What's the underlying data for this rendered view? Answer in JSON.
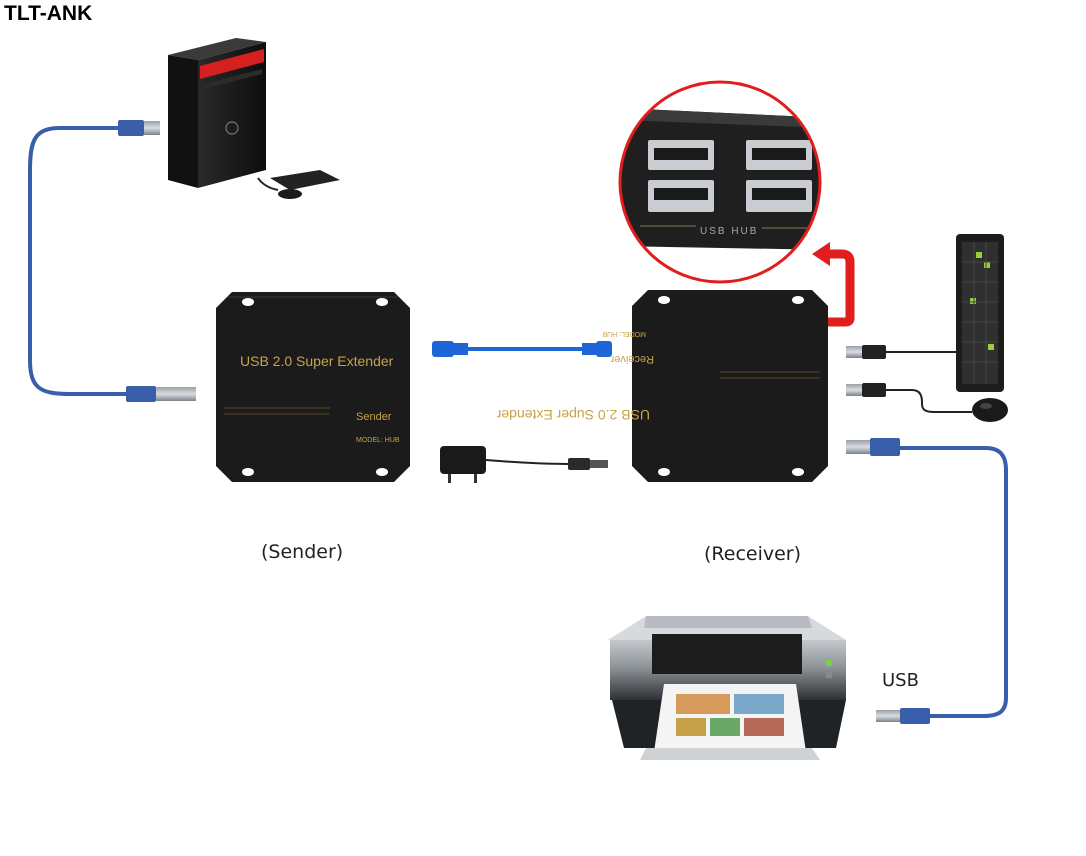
{
  "brand": "TLT-ANK",
  "sender": {
    "caption": "(Sender)",
    "title": "USB 2.0 Super Extender",
    "role": "Sender",
    "model": "MODEL: HUB"
  },
  "receiver": {
    "caption": "(Receiver)",
    "title": "USB 2.0 Super Extender",
    "role": "Receiver",
    "model": "MODEL: HUB"
  },
  "zoom_hub_label": "USB HUB",
  "printer_usb_label": "USB",
  "colors": {
    "usb_cable": "#3a5faa",
    "network_cable": "#1e66d8",
    "highlight_arrow": "#e11d1d",
    "device_body": "#1b1b1b",
    "device_text": "#c9a24a"
  }
}
